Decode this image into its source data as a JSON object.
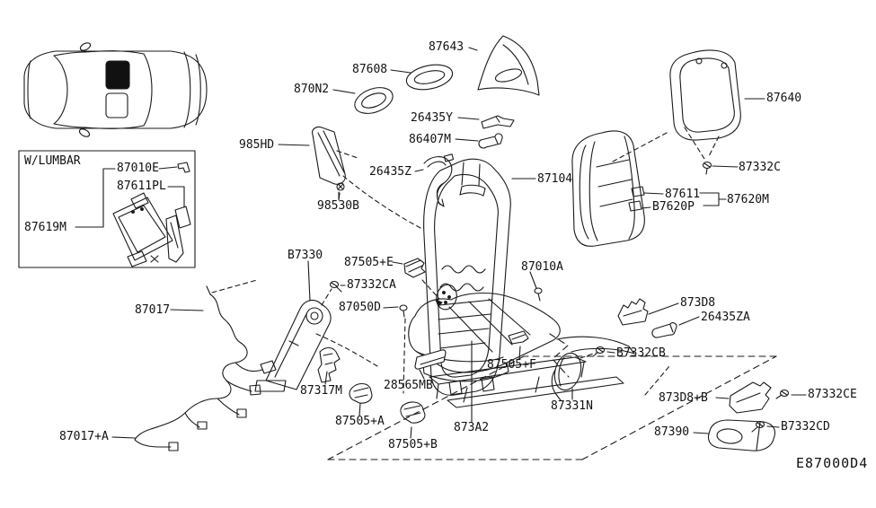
{
  "diagram": {
    "code": "E87000D4",
    "inset": {
      "label": "W/LUMBAR"
    },
    "colors": {
      "line": "#1a1a1a",
      "background": "#ffffff",
      "highlight_seat_fill": "#111111"
    },
    "part_labels": [
      {
        "id": "87643",
        "text": "87643"
      },
      {
        "id": "87608",
        "text": "87608"
      },
      {
        "id": "870n2",
        "text": "870N2"
      },
      {
        "id": "26435y",
        "text": "26435Y"
      },
      {
        "id": "86407m",
        "text": "86407M"
      },
      {
        "id": "985hd",
        "text": "985HD"
      },
      {
        "id": "26435z",
        "text": "26435Z"
      },
      {
        "id": "87104",
        "text": "87104"
      },
      {
        "id": "98530b",
        "text": "98530B"
      },
      {
        "id": "87640",
        "text": "87640"
      },
      {
        "id": "87332c",
        "text": "87332C"
      },
      {
        "id": "87611",
        "text": "87611"
      },
      {
        "id": "b7620p",
        "text": "B7620P"
      },
      {
        "id": "87620m",
        "text": "87620M"
      },
      {
        "id": "87010e",
        "text": "87010E"
      },
      {
        "id": "87611pl",
        "text": "87611PL"
      },
      {
        "id": "87619m",
        "text": "87619M"
      },
      {
        "id": "b7330",
        "text": "B7330"
      },
      {
        "id": "87505-e",
        "text": "87505+E"
      },
      {
        "id": "87332ca",
        "text": "87332CA"
      },
      {
        "id": "87050d",
        "text": "87050D"
      },
      {
        "id": "87017",
        "text": "87017"
      },
      {
        "id": "87017-a",
        "text": "87017+A"
      },
      {
        "id": "87010a",
        "text": "87010A"
      },
      {
        "id": "87317m",
        "text": "87317M"
      },
      {
        "id": "28565mb",
        "text": "28565MB"
      },
      {
        "id": "87505-a",
        "text": "87505+A"
      },
      {
        "id": "87505-b",
        "text": "87505+B"
      },
      {
        "id": "873a2",
        "text": "873A2"
      },
      {
        "id": "87505-f",
        "text": "87505+F"
      },
      {
        "id": "87331n",
        "text": "87331N"
      },
      {
        "id": "873d8",
        "text": "873D8"
      },
      {
        "id": "26435za",
        "text": "26435ZA"
      },
      {
        "id": "b7332cb",
        "text": "B7332CB"
      },
      {
        "id": "873d8-b",
        "text": "873D8+B"
      },
      {
        "id": "87332ce",
        "text": "87332CE"
      },
      {
        "id": "b7332cd",
        "text": "B7332CD"
      },
      {
        "id": "87390",
        "text": "87390"
      }
    ]
  }
}
